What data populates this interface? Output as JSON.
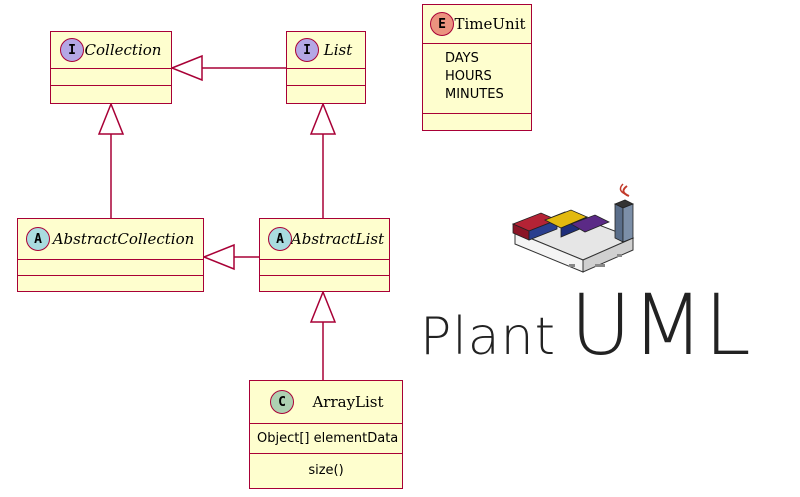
{
  "classes": {
    "collection": {
      "stereotype": "I",
      "name": "Collection"
    },
    "list": {
      "stereotype": "I",
      "name": "List"
    },
    "abstract_collection": {
      "stereotype": "A",
      "name": "AbstractCollection"
    },
    "abstract_list": {
      "stereotype": "A",
      "name": "AbstractList"
    },
    "array_list": {
      "stereotype": "C",
      "name": "ArrayList",
      "fields": [
        "Object[] elementData"
      ],
      "methods": [
        "size()"
      ]
    },
    "time_unit": {
      "stereotype": "E",
      "name": "TimeUnit",
      "values": [
        "DAYS",
        "HOURS",
        "MINUTES"
      ]
    }
  },
  "logo": {
    "word1": "Plant",
    "word2": "UML"
  },
  "colors": {
    "border": "#a80036",
    "fill": "#fefece",
    "interface": "#b4a7e5",
    "abstract": "#a9dcdf",
    "class": "#add1b2",
    "enum": "#eb937f",
    "edge": "#a80036"
  }
}
